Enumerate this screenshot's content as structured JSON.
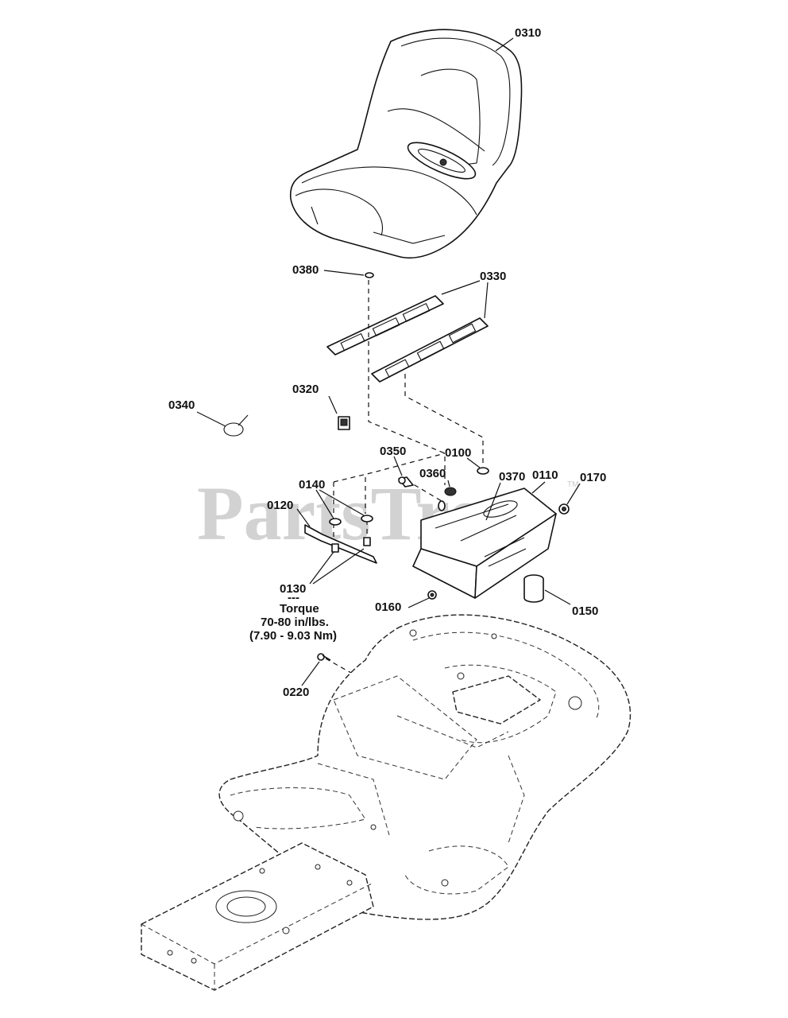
{
  "watermark": {
    "text": "PartsTree",
    "trademark": "TM"
  },
  "callouts": [
    {
      "id": "0310"
    },
    {
      "id": "0380"
    },
    {
      "id": "0330"
    },
    {
      "id": "0320"
    },
    {
      "id": "0340"
    },
    {
      "id": "0350"
    },
    {
      "id": "0100"
    },
    {
      "id": "0360"
    },
    {
      "id": "0370"
    },
    {
      "id": "0110"
    },
    {
      "id": "0170"
    },
    {
      "id": "0140"
    },
    {
      "id": "0120"
    },
    {
      "id": "0130"
    },
    {
      "id": "0160"
    },
    {
      "id": "0150"
    },
    {
      "id": "0220"
    }
  ],
  "torque_note": {
    "separator": "---",
    "title": "Torque",
    "line1": "70-80 in/lbs.",
    "line2": "(7.90 - 9.03 Nm)"
  }
}
